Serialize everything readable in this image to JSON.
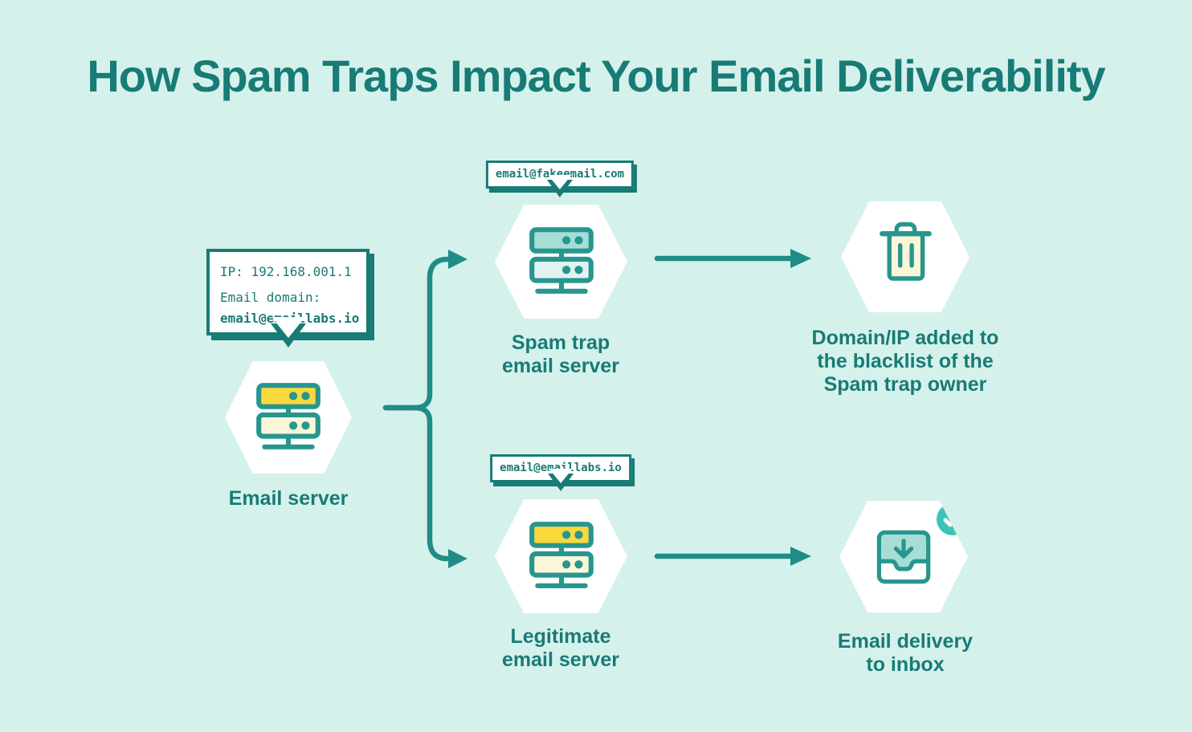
{
  "title": "How Spam Traps Impact Your Email Deliverability",
  "colors": {
    "background": "#d5f1ec",
    "teal_dark": "#187b75",
    "teal_icon": "#27968f",
    "teal_arrow": "#1f8d86",
    "light_teal": "#a6ded7",
    "lighter_teal": "#e0f3f0",
    "yellow": "#f9d93c",
    "pale_yellow": "#fcf6d8",
    "badge_teal": "#3ec3b7",
    "white": "#ffffff"
  },
  "callout": {
    "ip": "IP: 192.168.001.1",
    "domain_label": "Email domain:",
    "domain_value": "email@emaillabs.io"
  },
  "tags": {
    "spam_trap": "email@fakeemail.com",
    "legitimate": "email@emaillabs.io"
  },
  "nodes": {
    "email_server": {
      "label": "Email server",
      "icon": "server-icon"
    },
    "spam_trap": {
      "label_line1": "Spam trap",
      "label_line2": "email server",
      "icon": "server-icon"
    },
    "legitimate": {
      "label_line1": "Legitimate",
      "label_line2": "email server",
      "icon": "server-icon"
    },
    "blacklist": {
      "label_line1": "Domain/IP added to",
      "label_line2": "the blacklist of the",
      "label_line3": "Spam trap owner",
      "icon": "trash-icon"
    },
    "inbox": {
      "label_line1": "Email delivery",
      "label_line2": "to inbox",
      "icon": "inbox-icon",
      "badge_icon": "check-badge"
    }
  }
}
